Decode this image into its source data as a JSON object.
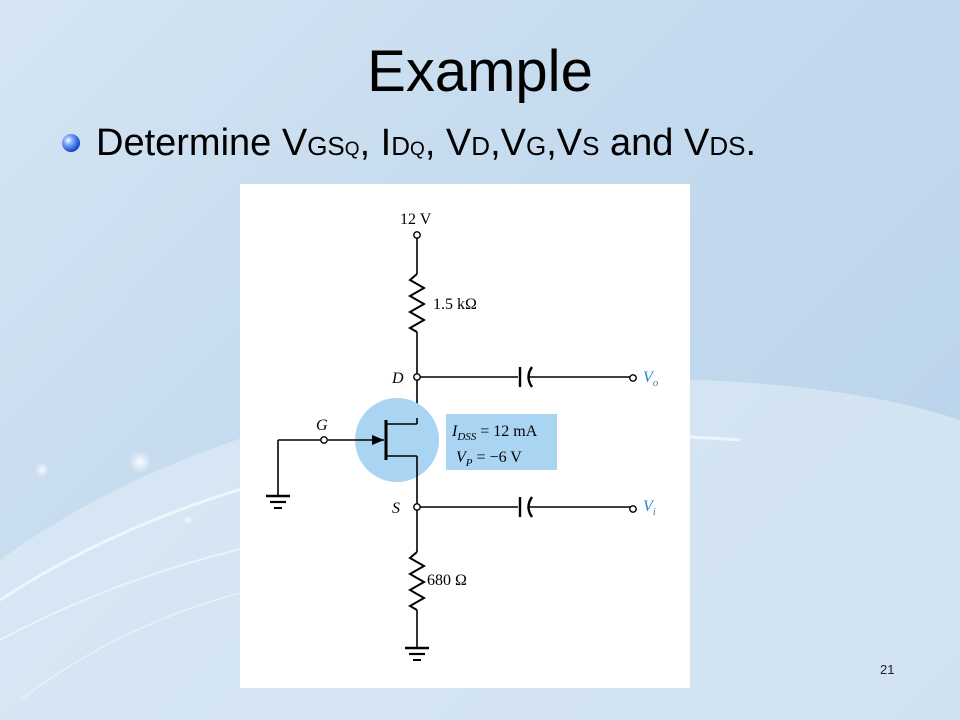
{
  "slide": {
    "title": "Example",
    "bullet": {
      "prefix": "Determine V",
      "vgsq_sub1": "GS",
      "vgsq_sub2": "Q",
      "sep1": ", I",
      "idq_sub1": "D",
      "idq_sub2": "Q",
      "sep2": ", V",
      "vd_sub": "D",
      "sep3": ",V",
      "vg_sub": "G",
      "sep4": ",V",
      "vs_sub": "S",
      "and_text": " and V",
      "vds_sub": "DS",
      "end": "."
    },
    "page_number": "21"
  },
  "circuit": {
    "supply_label": "12 V",
    "rd_label": "1.5 kΩ",
    "rs_label": "680 Ω",
    "drain_label": "D",
    "gate_label": "G",
    "source_label": "S",
    "vo_label": "V",
    "vo_sub": "o",
    "vi_label": "V",
    "vi_sub": "i",
    "idss_label": "I",
    "idss_sub": "DSS",
    "idss_value": "= 12 mA",
    "vp_label": "V",
    "vp_sub": "P",
    "vp_value": "= −6  V",
    "highlight_color": "#a9d4f2",
    "output_label_color": "#1e88c8"
  }
}
